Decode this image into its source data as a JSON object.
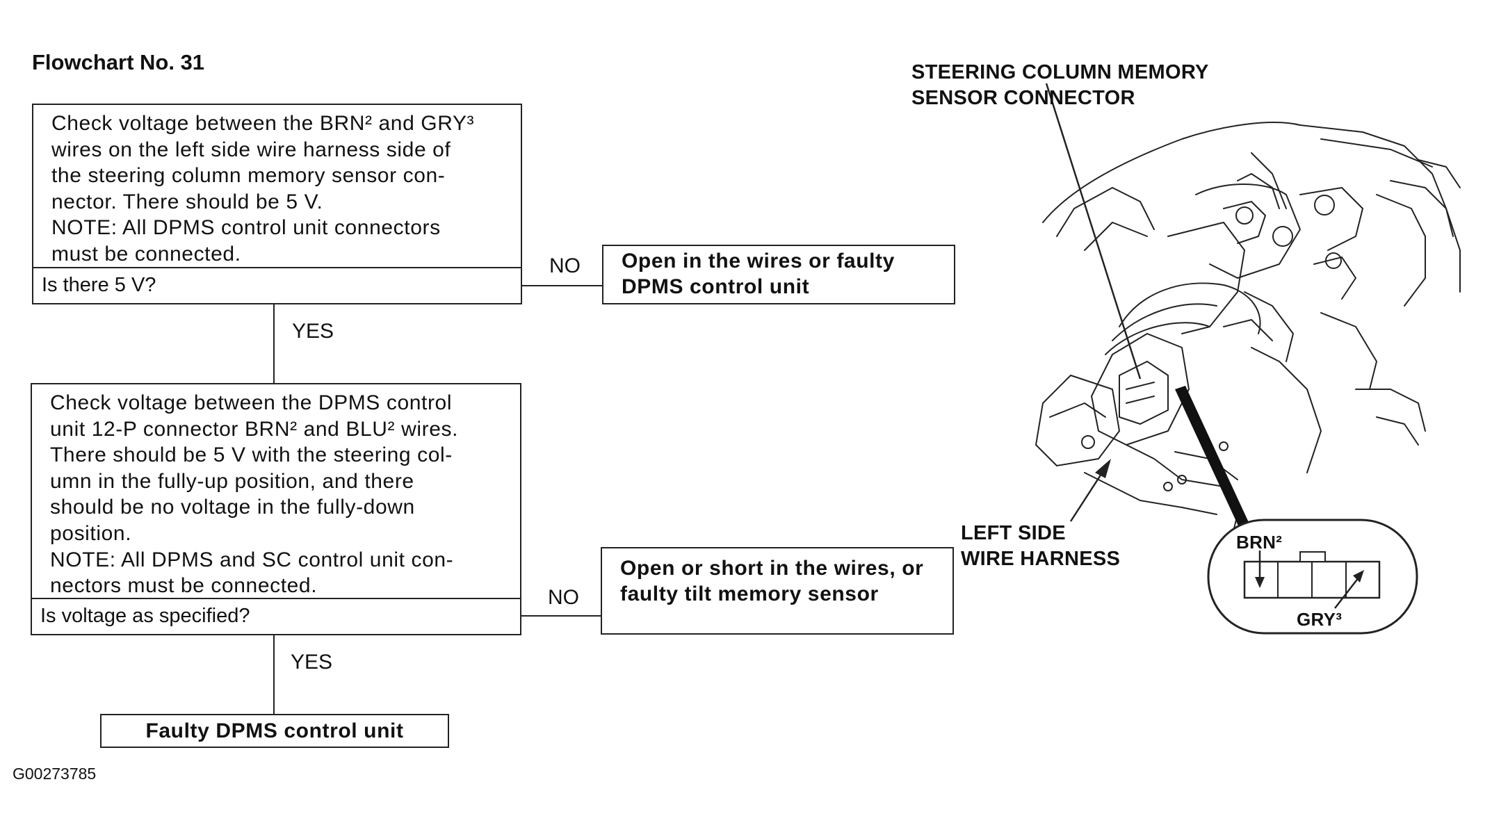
{
  "title": "Flowchart No. 31",
  "step1": {
    "lines": [
      "Check voltage between the BRN² and GRY³",
      "wires on the left side wire harness side of",
      "the steering column memory sensor con-",
      "nector. There should be 5 V.",
      "NOTE: All DPMS control unit connectors",
      "must be connected."
    ],
    "question": "Is there 5 V?"
  },
  "step1_no_label": "NO",
  "step1_no_result": [
    "Open in the wires or faulty",
    "DPMS control unit"
  ],
  "step1_yes_label": "YES",
  "step2": {
    "lines": [
      "Check voltage between the DPMS control",
      "unit 12-P connector BRN² and BLU² wires.",
      "There should be 5 V with the steering col-",
      "umn in the fully-up position, and there",
      "should be no voltage in the fully-down",
      "position.",
      "NOTE: All DPMS and SC control unit con-",
      "nectors must be connected."
    ],
    "question": "Is voltage as specified?"
  },
  "step2_no_label": "NO",
  "step2_no_result": [
    "Open or short in the wires, or",
    "faulty tilt memory sensor"
  ],
  "step2_yes_label": "YES",
  "final_result": "Faulty DPMS control unit",
  "diagram": {
    "connector_label": [
      "STEERING COLUMN MEMORY",
      "SENSOR CONNECTOR"
    ],
    "harness_label": [
      "LEFT SIDE",
      "WIRE HARNESS"
    ],
    "pin_label_brn": "BRN²",
    "pin_label_gry": "GRY³"
  },
  "figure_id": "G00273785"
}
